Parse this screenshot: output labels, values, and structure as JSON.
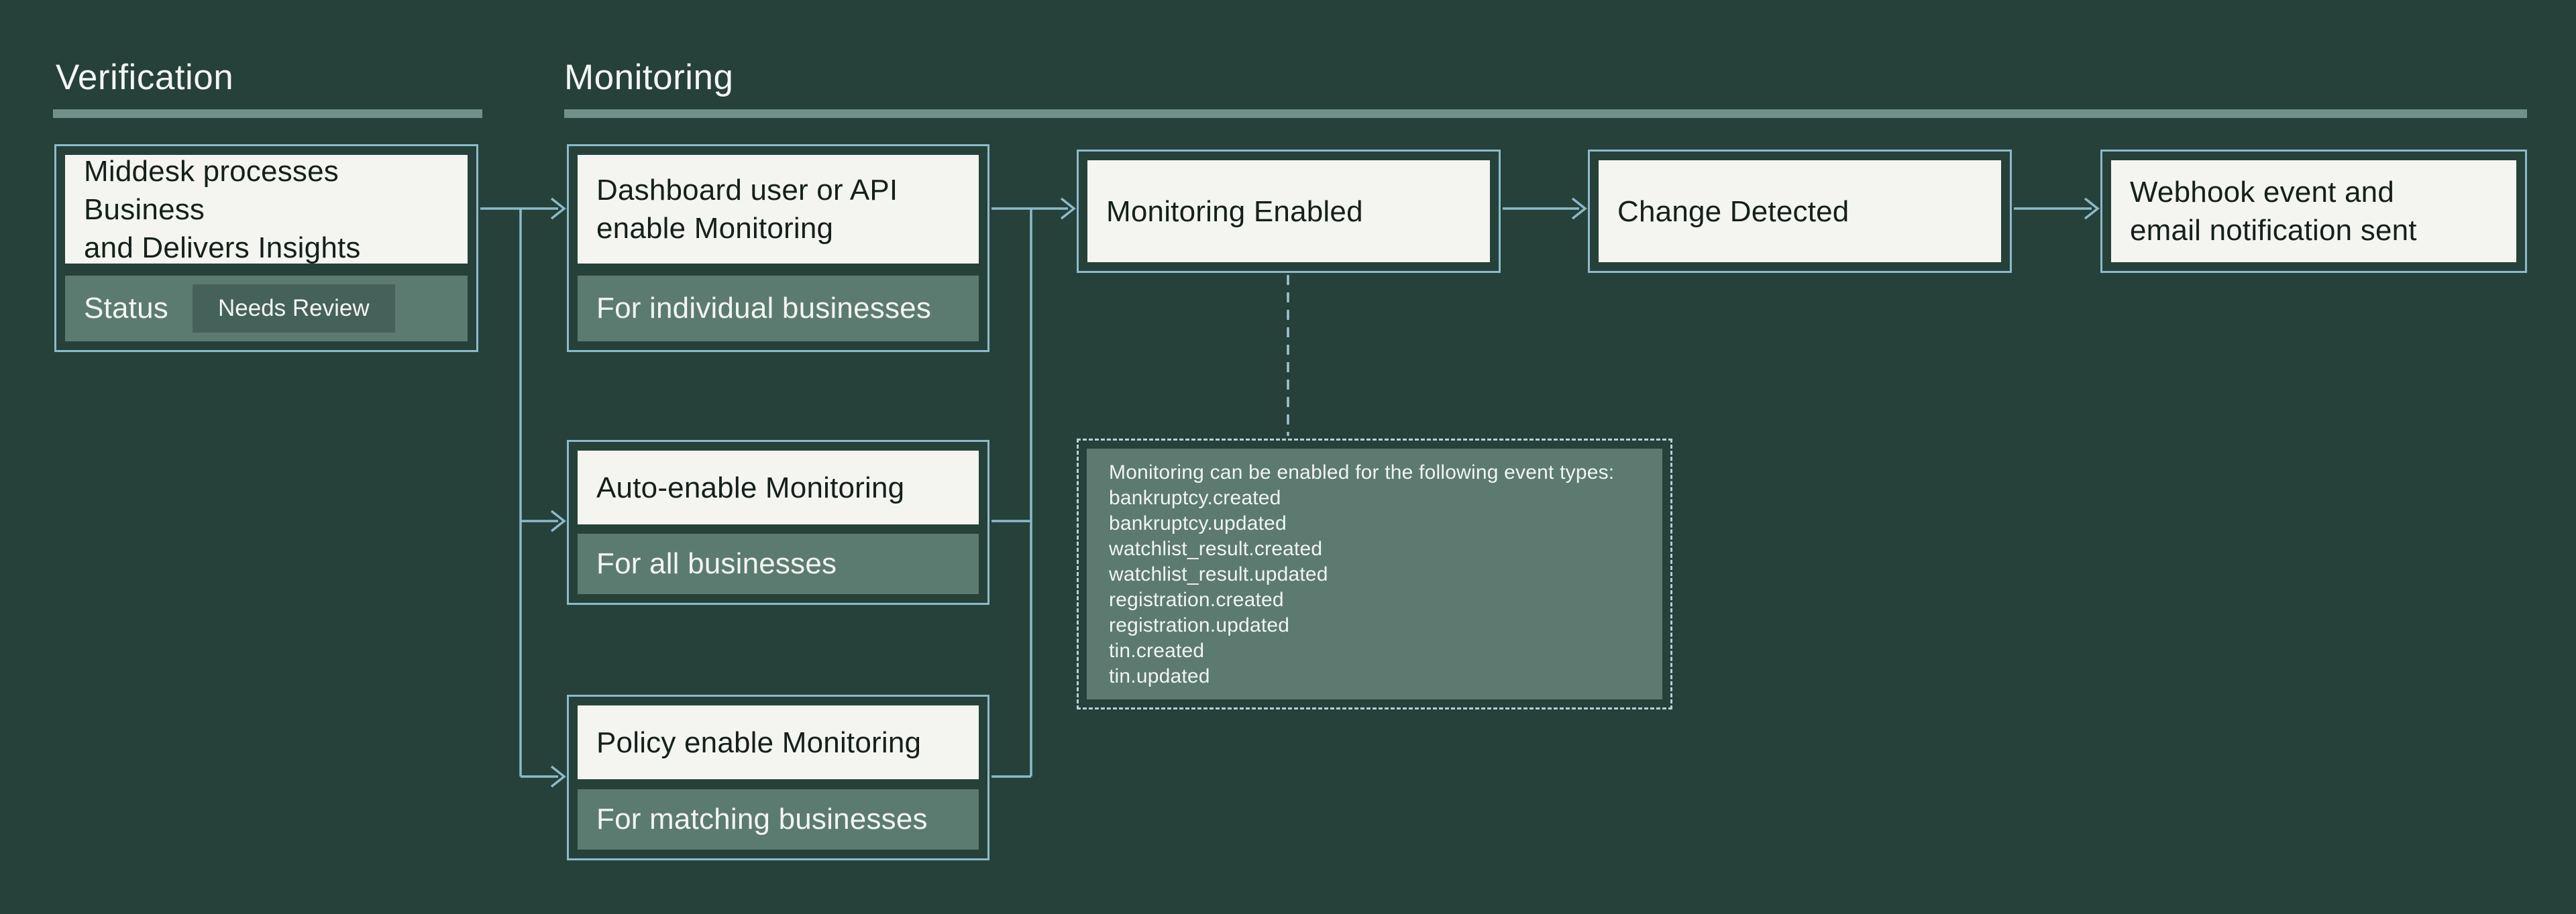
{
  "sections": {
    "verification": {
      "title": "Verification"
    },
    "monitoring": {
      "title": "Monitoring"
    }
  },
  "nodes": {
    "middesk": {
      "title": "Middesk processes Business\nand Delivers Insights",
      "status_label": "Status",
      "status_badge": "Needs Review"
    },
    "dashboard": {
      "title": "Dashboard user or API\nenable Monitoring",
      "subtitle": "For individual businesses"
    },
    "auto_enable": {
      "title": "Auto-enable Monitoring",
      "subtitle": "For all businesses"
    },
    "policy_enable": {
      "title": "Policy enable Monitoring",
      "subtitle": "For matching businesses"
    },
    "monitoring_enabled": {
      "title": "Monitoring Enabled"
    },
    "change_detected": {
      "title": "Change Detected"
    },
    "webhook": {
      "title": "Webhook event and\nemail notification sent"
    }
  },
  "note": {
    "heading": "Monitoring can be enabled for the following event types:",
    "event_types": [
      "bankruptcy.created",
      "bankruptcy.updated",
      "watchlist_result.created",
      "watchlist_result.updated",
      "registration.created",
      "registration.updated",
      "tin.created",
      "tin.updated"
    ]
  },
  "palette": {
    "background": "#264139",
    "panel": "#F4F5F1",
    "box_border": "#8CBACA",
    "dashed_border": "#B5D2DA",
    "section_underline": "#70908A",
    "subbar_green": "#5C7B70",
    "badge_green": "#45625A",
    "note_fill": "#5C7A70",
    "dark_text": "#15201C",
    "light_text": "#F2F5F2"
  }
}
